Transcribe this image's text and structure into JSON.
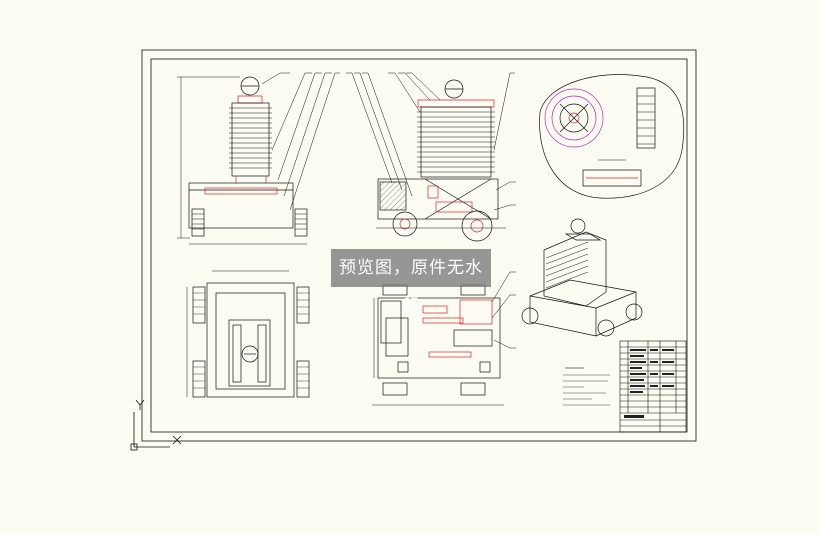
{
  "watermark": {
    "text": "预览图，原件无水印"
  },
  "colors": {
    "background": "#fdfcf3",
    "line": "#111111",
    "accent_red": "#d4242a",
    "accent_magenta": "#c02ab0",
    "watermark_bg": "#7a7a7a"
  },
  "icons": {
    "ucs": "ucs-axis-icon"
  },
  "drawing": {
    "views": [
      "front-view",
      "side-view",
      "top-view",
      "section-view",
      "wheel-detail",
      "isometric-view"
    ],
    "has_title_block": true,
    "has_technical_notes": true
  }
}
